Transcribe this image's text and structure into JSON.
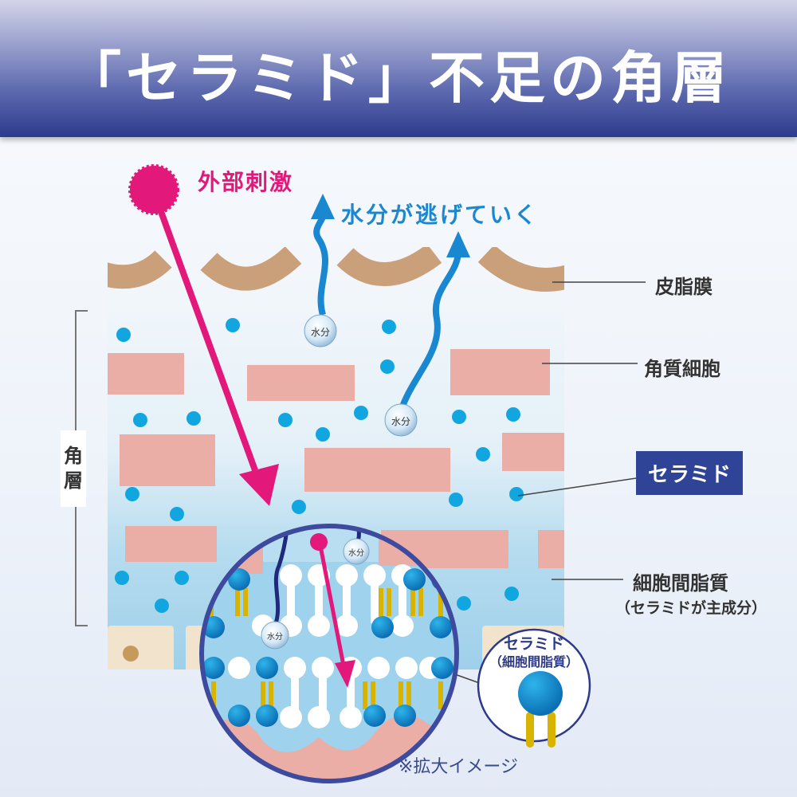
{
  "header": {
    "title": "「セラミド」不足の角層"
  },
  "annotations": {
    "external_stimulus": "外部刺激",
    "water_escaping": "水分が逃げていく",
    "stratum_corneum": [
      "角",
      "層"
    ],
    "water_drop_label": "水分",
    "magnified_note": "※拡大イメージ"
  },
  "legend": {
    "sebum_film": "皮脂膜",
    "corneocyte": "角質細胞",
    "ceramide": "セラミド",
    "intercellular_lipid": "細胞間脂質",
    "intercellular_lipid_sub": "（セラミドが主成分）"
  },
  "inset": {
    "title": "セラミド",
    "subtitle": "（細胞間脂質）"
  },
  "colors": {
    "header_top": "#d3d4ea",
    "header_bottom": "#2c3a8c",
    "stimulus": "#e2187a",
    "water": "#1a88d0",
    "sebum": "#c9a07a",
    "corneocyte": "#eaaea7",
    "ceramide_dot": "#12a6e0",
    "badge": "#2f4496",
    "lipid_tail": "#d8b400"
  }
}
